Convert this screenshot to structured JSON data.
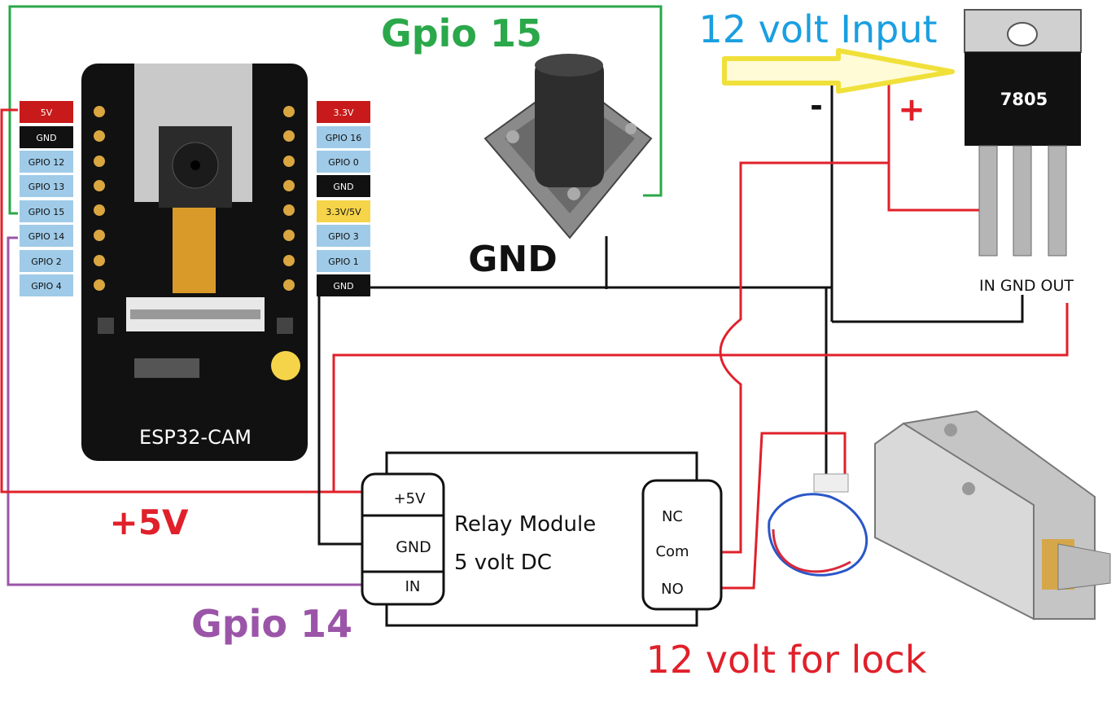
{
  "labels": {
    "gpio15": "Gpio 15",
    "input12": "12 volt Input",
    "regulator": "7805",
    "reg_pins": "IN GND OUT",
    "minus": "-",
    "plus": "+",
    "gnd": "GND",
    "plus5v": "+5V",
    "gpio14": "Gpio 14",
    "lock12": "12 volt for lock",
    "relay_title_1": "Relay Module",
    "relay_title_2": "5 volt DC",
    "board_name": "ESP32-CAM"
  },
  "esp_left_pins": [
    "5V",
    "GND",
    "GPIO 12",
    "GPIO 13",
    "GPIO 15",
    "GPIO 14",
    "GPIO 2",
    "GPIO 4"
  ],
  "esp_right_pins": [
    "3.3V",
    "GPIO 16",
    "GPIO 0",
    "GND",
    "3.3V/5V",
    "GPIO 3",
    "GPIO 1",
    "GND"
  ],
  "relay_left_pins": [
    "+5V",
    "GND",
    "IN"
  ],
  "relay_right_pins": [
    "NC",
    "Com",
    "NO"
  ],
  "colors": {
    "red_wire": "#e0202a",
    "green_wire": "#2aa84a",
    "purple_wire": "#9b55a8",
    "black_wire": "#111111",
    "cyan_text": "#1a9fe0",
    "pin_blue": "#9fcbe8",
    "pin_red": "#c81a1a",
    "pin_yellow": "#f5d44a"
  }
}
